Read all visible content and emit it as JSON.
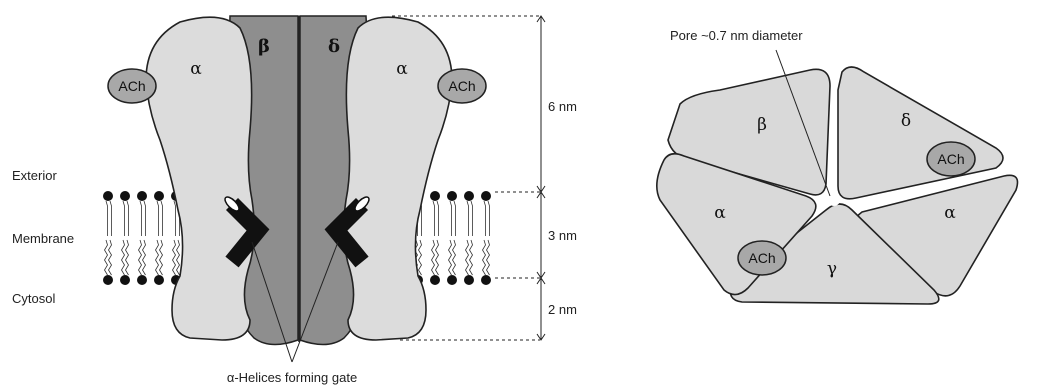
{
  "side_view": {
    "subunits": {
      "beta": "β",
      "delta": "δ",
      "alpha_left": "α",
      "alpha_right": "α"
    },
    "ach_left": "ACh",
    "ach_right": "ACh",
    "regions": {
      "exterior": "Exterior",
      "membrane": "Membrane",
      "cytosol": "Cytosol"
    },
    "dimensions": {
      "top": "6 nm",
      "middle": "3 nm",
      "bottom": "2 nm"
    },
    "gate_label": "α-Helices forming gate"
  },
  "top_view": {
    "pore_label": "Pore ~0.7 nm diameter",
    "subunits": {
      "beta": "β",
      "delta": "δ",
      "alpha_left": "α",
      "alpha_right": "α",
      "gamma": "γ"
    },
    "ach_right": "ACh",
    "ach_left": "ACh"
  },
  "colors": {
    "light_subunit": "#d9d9d9",
    "dark_subunit": "#8e8e8e",
    "ach_fill": "#a8a8a8",
    "helix": "#111111",
    "outline": "#222222"
  }
}
